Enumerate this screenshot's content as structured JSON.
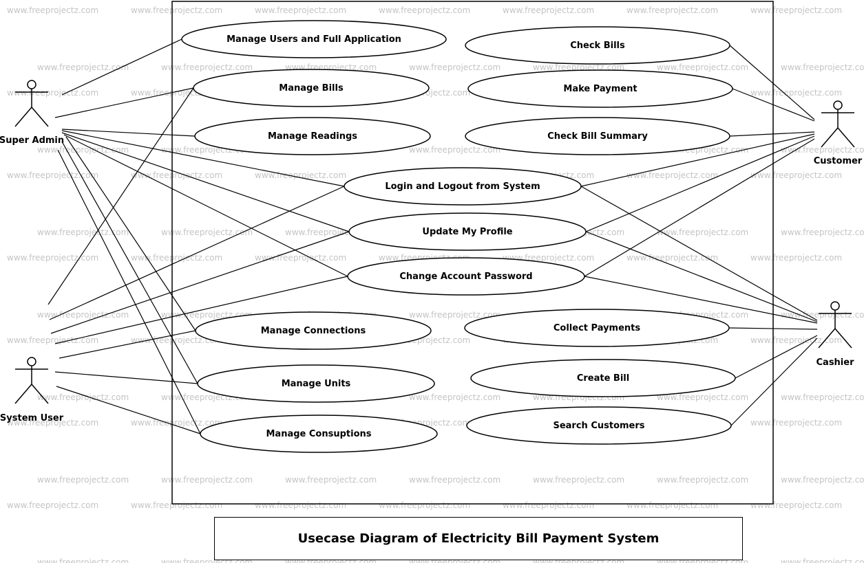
{
  "diagram": {
    "title": "Usecase Diagram of Electricity Bill Payment System",
    "watermark": "www.freeprojectz.com",
    "actors": [
      {
        "id": "super-admin",
        "label": "Super Admin"
      },
      {
        "id": "system-user",
        "label": "System User"
      },
      {
        "id": "customer",
        "label": "Customer"
      },
      {
        "id": "cashier",
        "label": "Cashier"
      }
    ],
    "use_cases": [
      {
        "id": "manage-users",
        "label": "Manage Users and Full Application"
      },
      {
        "id": "manage-bills",
        "label": "Manage Bills"
      },
      {
        "id": "manage-readings",
        "label": "Manage Readings"
      },
      {
        "id": "login-logout",
        "label": "Login and Logout from System"
      },
      {
        "id": "update-profile",
        "label": "Update My Profile"
      },
      {
        "id": "change-password",
        "label": "Change Account Password"
      },
      {
        "id": "manage-connections",
        "label": "Manage Connections"
      },
      {
        "id": "manage-units",
        "label": "Manage Units"
      },
      {
        "id": "manage-consuptions",
        "label": "Manage Consuptions"
      },
      {
        "id": "check-bills",
        "label": "Check Bills"
      },
      {
        "id": "make-payment",
        "label": "Make Payment"
      },
      {
        "id": "check-bill-summary",
        "label": "Check Bill Summary"
      },
      {
        "id": "collect-payments",
        "label": "Collect Payments"
      },
      {
        "id": "create-bill",
        "label": "Create Bill"
      },
      {
        "id": "search-customers",
        "label": "Search Customers"
      }
    ],
    "associations": [
      [
        "super-admin",
        "manage-users"
      ],
      [
        "super-admin",
        "manage-bills"
      ],
      [
        "super-admin",
        "manage-readings"
      ],
      [
        "super-admin",
        "login-logout"
      ],
      [
        "super-admin",
        "update-profile"
      ],
      [
        "super-admin",
        "change-password"
      ],
      [
        "super-admin",
        "manage-connections"
      ],
      [
        "super-admin",
        "manage-units"
      ],
      [
        "super-admin",
        "manage-consuptions"
      ],
      [
        "system-user",
        "manage-bills"
      ],
      [
        "system-user",
        "login-logout"
      ],
      [
        "system-user",
        "update-profile"
      ],
      [
        "system-user",
        "change-password"
      ],
      [
        "system-user",
        "manage-connections"
      ],
      [
        "system-user",
        "manage-units"
      ],
      [
        "system-user",
        "manage-consuptions"
      ],
      [
        "customer",
        "check-bills"
      ],
      [
        "customer",
        "make-payment"
      ],
      [
        "customer",
        "check-bill-summary"
      ],
      [
        "customer",
        "login-logout"
      ],
      [
        "customer",
        "update-profile"
      ],
      [
        "customer",
        "change-password"
      ],
      [
        "cashier",
        "login-logout"
      ],
      [
        "cashier",
        "update-profile"
      ],
      [
        "cashier",
        "change-password"
      ],
      [
        "cashier",
        "collect-payments"
      ],
      [
        "cashier",
        "create-bill"
      ],
      [
        "cashier",
        "search-customers"
      ]
    ]
  }
}
